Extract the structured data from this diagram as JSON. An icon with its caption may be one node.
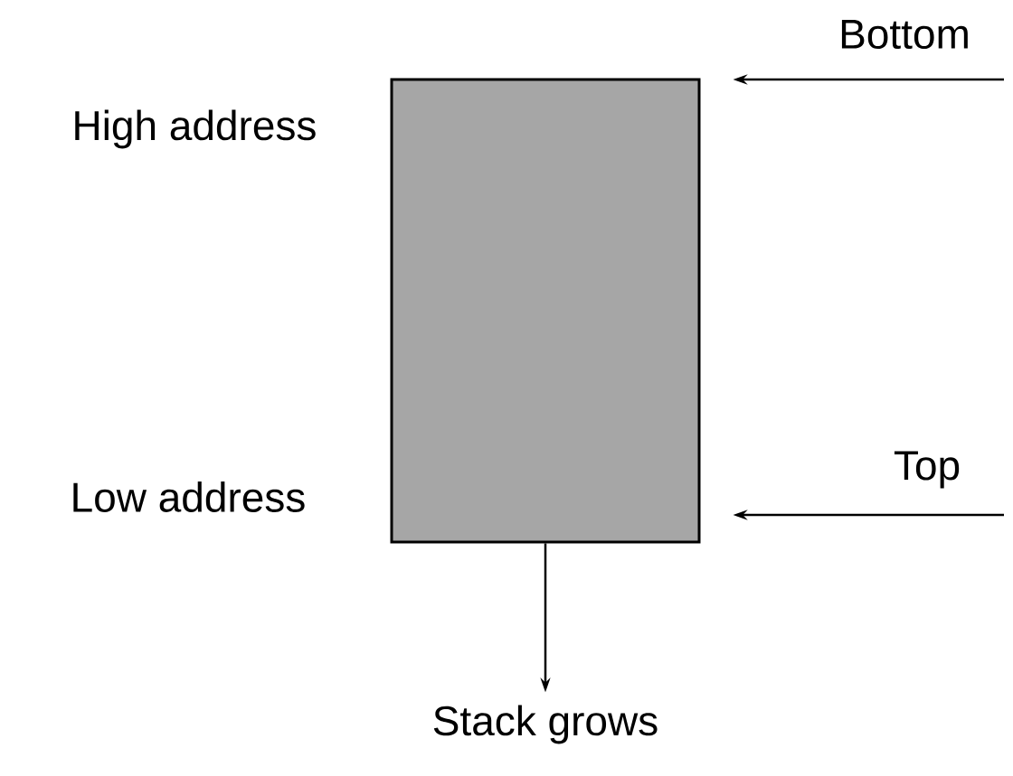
{
  "diagram": {
    "nodes": [
      {
        "text": [],
        "shape": "box"
      },
      {
        "text": [
          "Stack grows"
        ]
      }
    ],
    "edges": [
      {
        "from": null,
        "to": 0,
        "arrow": "to",
        "label": "Bottom"
      },
      {
        "from": null,
        "to": 0,
        "arrow": "to",
        "label": "Top"
      },
      {
        "from": 0,
        "to": 1,
        "arrow": "to"
      }
    ],
    "labels": [
      "High address",
      "Low address"
    ]
  }
}
